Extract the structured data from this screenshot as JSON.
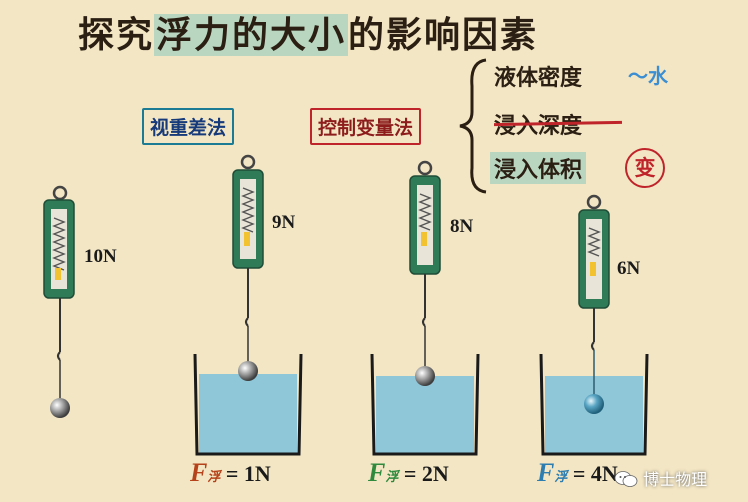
{
  "title": {
    "pre": "探究",
    "highlight": "浮力的大小",
    "post": "的影响因素"
  },
  "methods": {
    "weighing": "视重差法",
    "control": "控制变量法"
  },
  "factors": {
    "density": "液体密度",
    "density_note": "～水",
    "depth": "浸入深度",
    "volume": "浸入体积",
    "volume_note": "变"
  },
  "readings": [
    "10N",
    "9N",
    "8N",
    "6N"
  ],
  "buoyancy": [
    {
      "symbol": "F",
      "sub": "浮",
      "eq": " = 1N"
    },
    {
      "symbol": "F",
      "sub": "浮",
      "eq": " = 2N"
    },
    {
      "symbol": "F",
      "sub": "浮",
      "eq": " = 4N"
    }
  ],
  "watermark": "博士物理",
  "colors": {
    "background": "#f3e6c4",
    "water": "#8fc6d8",
    "scale_body": "#2f7a57",
    "accent_red": "#c0242b",
    "accent_blue": "#1b7b95"
  }
}
